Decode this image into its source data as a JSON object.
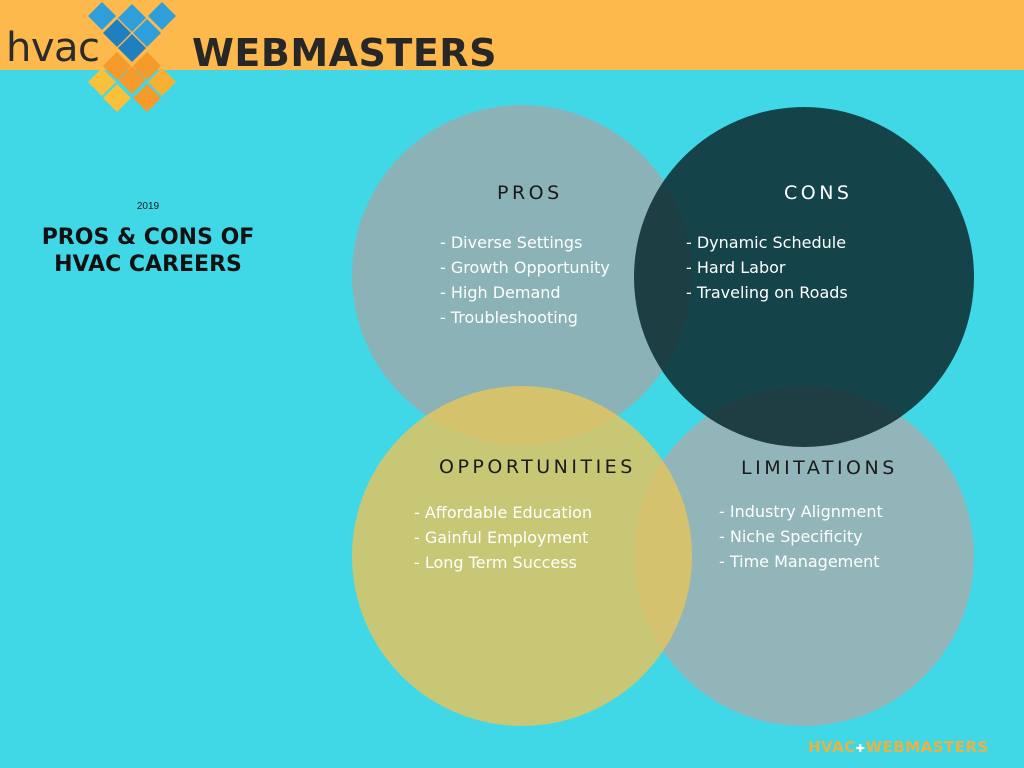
{
  "brand": {
    "logo_prefix": "hvac",
    "logo_name": "WEBMASTERS",
    "footer_prefix": "HVAC",
    "footer_name": "WEBMASTERS",
    "colors": {
      "header": "#FDB94C",
      "background": "#40D8E6",
      "blue": "#2E9FDB",
      "orange": "#F39A2A"
    }
  },
  "intro": {
    "year": "2019",
    "title_line1": "PROS & CONS OF",
    "title_line2": "HVAC CAREERS"
  },
  "quadrants": {
    "pros": {
      "label": "PROS",
      "color": "#8FB0B4",
      "items": [
        "Diverse Settings",
        "Growth Opportunity",
        "High Demand",
        "Troubleshooting"
      ]
    },
    "cons": {
      "label": "CONS",
      "color": "#12353B",
      "items": [
        "Dynamic Schedule",
        "Hard Labor",
        "Traveling on Roads"
      ]
    },
    "opportunities": {
      "label": "OPPORTUNITIES",
      "color": "#D9C46A",
      "items": [
        "Affordable Education",
        "Gainful Employment",
        "Long Term Success"
      ]
    },
    "limitations": {
      "label": "LIMITATIONS",
      "color": "#95B3B7",
      "items": [
        "Industry Alignment",
        "Niche Specificity",
        "Time Management"
      ]
    }
  }
}
